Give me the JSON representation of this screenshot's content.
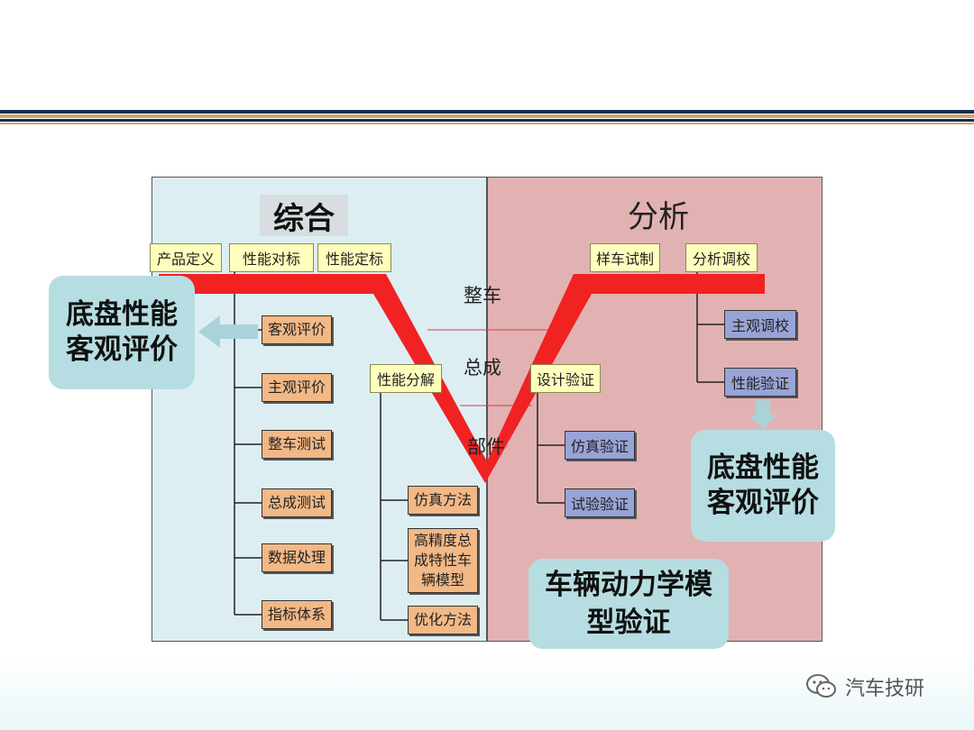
{
  "labels": {
    "synthesis": "综合",
    "analysis": "分析",
    "vehicle_level": "整车",
    "assembly_level": "总成",
    "component_level": "部件"
  },
  "top_boxes": {
    "product_definition": "产品定义",
    "performance_benchmark": "性能对标",
    "performance_target": "性能定标",
    "sample_build": "样车试制",
    "analysis_tuning": "分析调校"
  },
  "middle_boxes": {
    "performance_decomposition": "性能分解",
    "design_validation": "设计验证"
  },
  "left_column": [
    "客观评价",
    "主观评价",
    "整车测试",
    "总成测试",
    "数据处理",
    "指标体系"
  ],
  "mid_column": {
    "simulation_method": "仿真方法",
    "high_precision_model": "高精度总成特性车辆模型",
    "optimization_method": "优化方法"
  },
  "right_validation": {
    "simulation_validation": "仿真验证",
    "test_validation": "试验验证"
  },
  "right_tuning": {
    "subjective_tuning": "主观调校",
    "performance_validation": "性能验证"
  },
  "callouts": {
    "left": "底盘性能客观评价",
    "right": "底盘性能客观评价",
    "dynamics": "车辆动力学模型验证"
  },
  "watermark": "汽车技研",
  "colors": {
    "left_panel": "#ddeef3",
    "right_panel": "#e2b2b3",
    "v_band": "#f02222",
    "yellow_box": "#fefebd",
    "orange_box": "#f2b886",
    "blue_box": "#98a3d6",
    "callout": "#b6dde1",
    "arrow": "#a9d3d9"
  }
}
